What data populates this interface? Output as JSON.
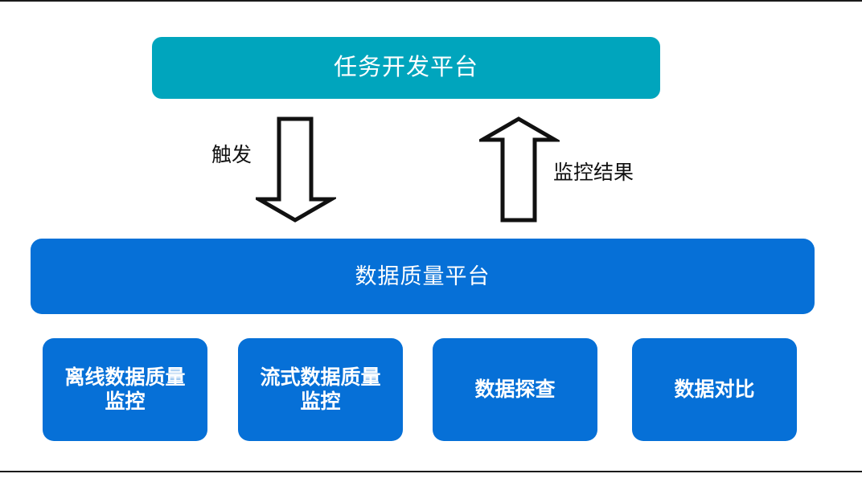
{
  "diagram": {
    "title_box": {
      "label": "任务开发平台",
      "color": "#00a5bd",
      "text_color": "#ffffff"
    },
    "platform_box": {
      "label": "数据质量平台",
      "color": "#0670d7",
      "text_color": "#ffffff"
    },
    "connectors": [
      {
        "name": "trigger-arrow",
        "label": "触发",
        "direction": "down",
        "from": "任务开发平台",
        "to": "数据质量平台",
        "stroke": "#111111",
        "fill": "#ffffff"
      },
      {
        "name": "monitor-result-arrow",
        "label": "监控结果",
        "direction": "up",
        "from": "数据质量平台",
        "to": "任务开发平台",
        "stroke": "#111111",
        "fill": "#ffffff"
      }
    ],
    "modules": [
      {
        "label": "离线数据质量\n监控",
        "color": "#0670d7",
        "text_color": "#ffffff"
      },
      {
        "label": "流式数据质量\n监控",
        "color": "#0670d7",
        "text_color": "#ffffff"
      },
      {
        "label": "数据探查",
        "color": "#0670d7",
        "text_color": "#ffffff"
      },
      {
        "label": "数据对比",
        "color": "#0670d7",
        "text_color": "#ffffff"
      }
    ],
    "background": "#ffffff",
    "rule_color": "#1a1a1a"
  }
}
